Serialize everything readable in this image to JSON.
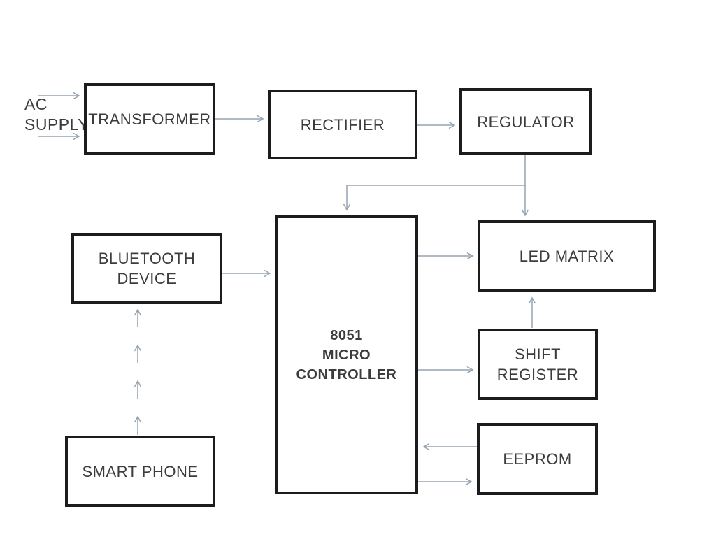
{
  "diagram": {
    "description": "Block diagram of a Bluetooth-controlled 8051 microcontroller LED matrix display system",
    "colors": {
      "background": "#ffffff",
      "box_border": "#1c1c1c",
      "text": "#3c3c3c",
      "arrow": "#96a3b1"
    },
    "nodes": {
      "ac_supply": {
        "lines": [
          "AC",
          "SUPPLY"
        ]
      },
      "transformer": {
        "label": "TRANSFORMER"
      },
      "rectifier": {
        "label": "RECTIFIER"
      },
      "regulator": {
        "label": "REGULATOR"
      },
      "bluetooth": {
        "lines": [
          "BLUETOOTH",
          "DEVICE"
        ]
      },
      "mcu": {
        "lines": [
          "8051",
          "MICRO",
          "CONTROLLER"
        ]
      },
      "led_matrix": {
        "label": "LED MATRIX"
      },
      "shift_register": {
        "lines": [
          "SHIFT",
          "REGISTER"
        ]
      },
      "eeprom": {
        "label": "EEPROM"
      },
      "smart_phone": {
        "label": "SMART PHONE"
      }
    },
    "edges": [
      {
        "from": "ac_supply",
        "to": "transformer",
        "style": "solid",
        "count": 2
      },
      {
        "from": "transformer",
        "to": "rectifier",
        "style": "solid"
      },
      {
        "from": "rectifier",
        "to": "regulator",
        "style": "solid"
      },
      {
        "from": "regulator",
        "to": "led_matrix",
        "style": "solid"
      },
      {
        "from": "regulator",
        "to": "mcu",
        "style": "solid"
      },
      {
        "from": "bluetooth",
        "to": "mcu",
        "style": "solid"
      },
      {
        "from": "mcu",
        "to": "led_matrix",
        "style": "solid"
      },
      {
        "from": "mcu",
        "to": "shift_register",
        "style": "solid"
      },
      {
        "from": "shift_register",
        "to": "led_matrix",
        "style": "solid"
      },
      {
        "from": "eeprom",
        "to": "mcu",
        "style": "solid"
      },
      {
        "from": "mcu",
        "to": "eeprom",
        "style": "solid"
      },
      {
        "from": "smart_phone",
        "to": "bluetooth",
        "style": "dashed-chevron-chain",
        "segments": 4
      }
    ]
  }
}
